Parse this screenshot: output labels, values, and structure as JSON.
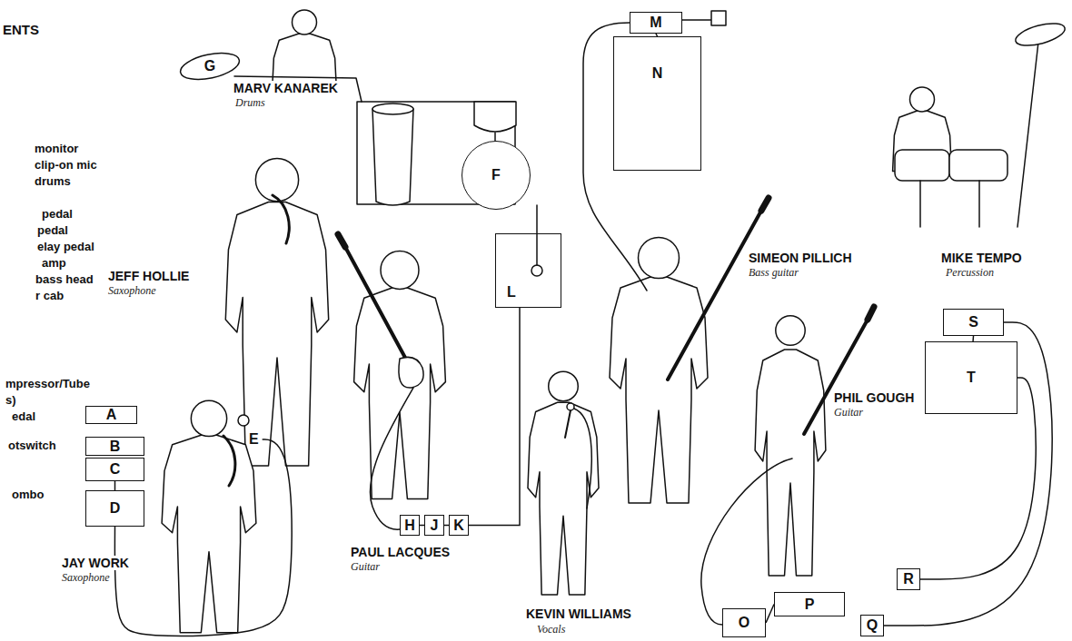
{
  "diagram": {
    "nodes": [
      {
        "text": [
          "G"
        ]
      },
      {
        "text": [
          "M"
        ]
      },
      {
        "text": [
          "N"
        ]
      },
      {
        "text": [
          "F"
        ]
      },
      {
        "text": [
          "L"
        ]
      },
      {
        "text": [
          "A"
        ]
      },
      {
        "text": [
          "B"
        ]
      },
      {
        "text": [
          "C"
        ]
      },
      {
        "text": [
          "D"
        ]
      },
      {
        "text": [
          "E"
        ]
      },
      {
        "text": [
          "H"
        ]
      },
      {
        "text": [
          "J"
        ]
      },
      {
        "text": [
          "K"
        ]
      },
      {
        "text": [
          "S"
        ]
      },
      {
        "text": [
          "T"
        ]
      },
      {
        "text": [
          "R"
        ]
      },
      {
        "text": [
          "Q"
        ]
      },
      {
        "text": [
          "O"
        ]
      },
      {
        "text": [
          "P"
        ]
      }
    ],
    "edges": [
      {
        "from": 7,
        "to": 8,
        "arrow": "none"
      },
      {
        "from": 8,
        "to": 9,
        "arrow": "none"
      },
      {
        "from": 10,
        "to": 11,
        "arrow": "none"
      },
      {
        "from": 11,
        "to": 12,
        "arrow": "none"
      },
      {
        "from": 12,
        "to": 4,
        "arrow": "none"
      },
      {
        "from": 1,
        "to": 2,
        "arrow": "none"
      },
      {
        "from": 13,
        "to": 14,
        "arrow": "none"
      },
      {
        "from": 14,
        "to": 15,
        "arrow": "none"
      },
      {
        "from": 13,
        "to": 16,
        "arrow": "none"
      },
      {
        "from": 17,
        "to": 18,
        "arrow": "none"
      }
    ],
    "labels": [
      "ENTS",
      "monitor",
      "clip-on mic",
      "drums",
      "pedal",
      "pedal",
      "elay pedal",
      "amp",
      "bass head",
      "r cab",
      "mpressor/Tube",
      "s)",
      "edal",
      "otswitch",
      "ombo",
      "MARV KANAREK",
      "Drums",
      "JEFF HOLLIE",
      "Saxophone",
      "JAY WORK",
      "Saxophone",
      "PAUL LACQUES",
      "Guitar",
      "KEVIN WILLIAMS",
      "Vocals",
      "SIMEON PILLICH",
      "Bass guitar",
      "MIKE TEMPO",
      "Percussion",
      "PHIL GOUGH",
      "Guitar"
    ]
  }
}
